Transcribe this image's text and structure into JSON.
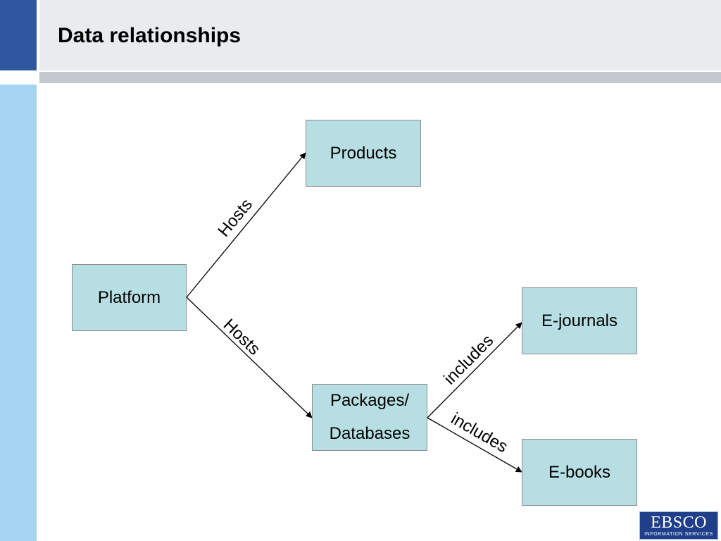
{
  "slide": {
    "title": "Data relationships"
  },
  "diagram": {
    "nodes": {
      "platform": {
        "lines": [
          "Platform"
        ]
      },
      "products": {
        "lines": [
          "Products"
        ]
      },
      "packages": {
        "lines": [
          "Packages/",
          "Databases"
        ]
      },
      "ejournals": {
        "lines": [
          "E-journals"
        ]
      },
      "ebooks": {
        "lines": [
          "E-books"
        ]
      }
    },
    "edges": [
      {
        "from": "platform",
        "to": "products",
        "label": "Hosts"
      },
      {
        "from": "platform",
        "to": "packages",
        "label": "Hosts"
      },
      {
        "from": "packages",
        "to": "ejournals",
        "label": "includes"
      },
      {
        "from": "packages",
        "to": "ebooks",
        "label": "includes"
      }
    ]
  },
  "logo": {
    "main": "EBSCO",
    "sub": "INFORMATION SERVICES"
  },
  "colors": {
    "accent_dark": "#2f579f",
    "accent_light": "#a6d5f3",
    "node_fill": "#b7dfe3",
    "header_band": "#e8ecee"
  }
}
